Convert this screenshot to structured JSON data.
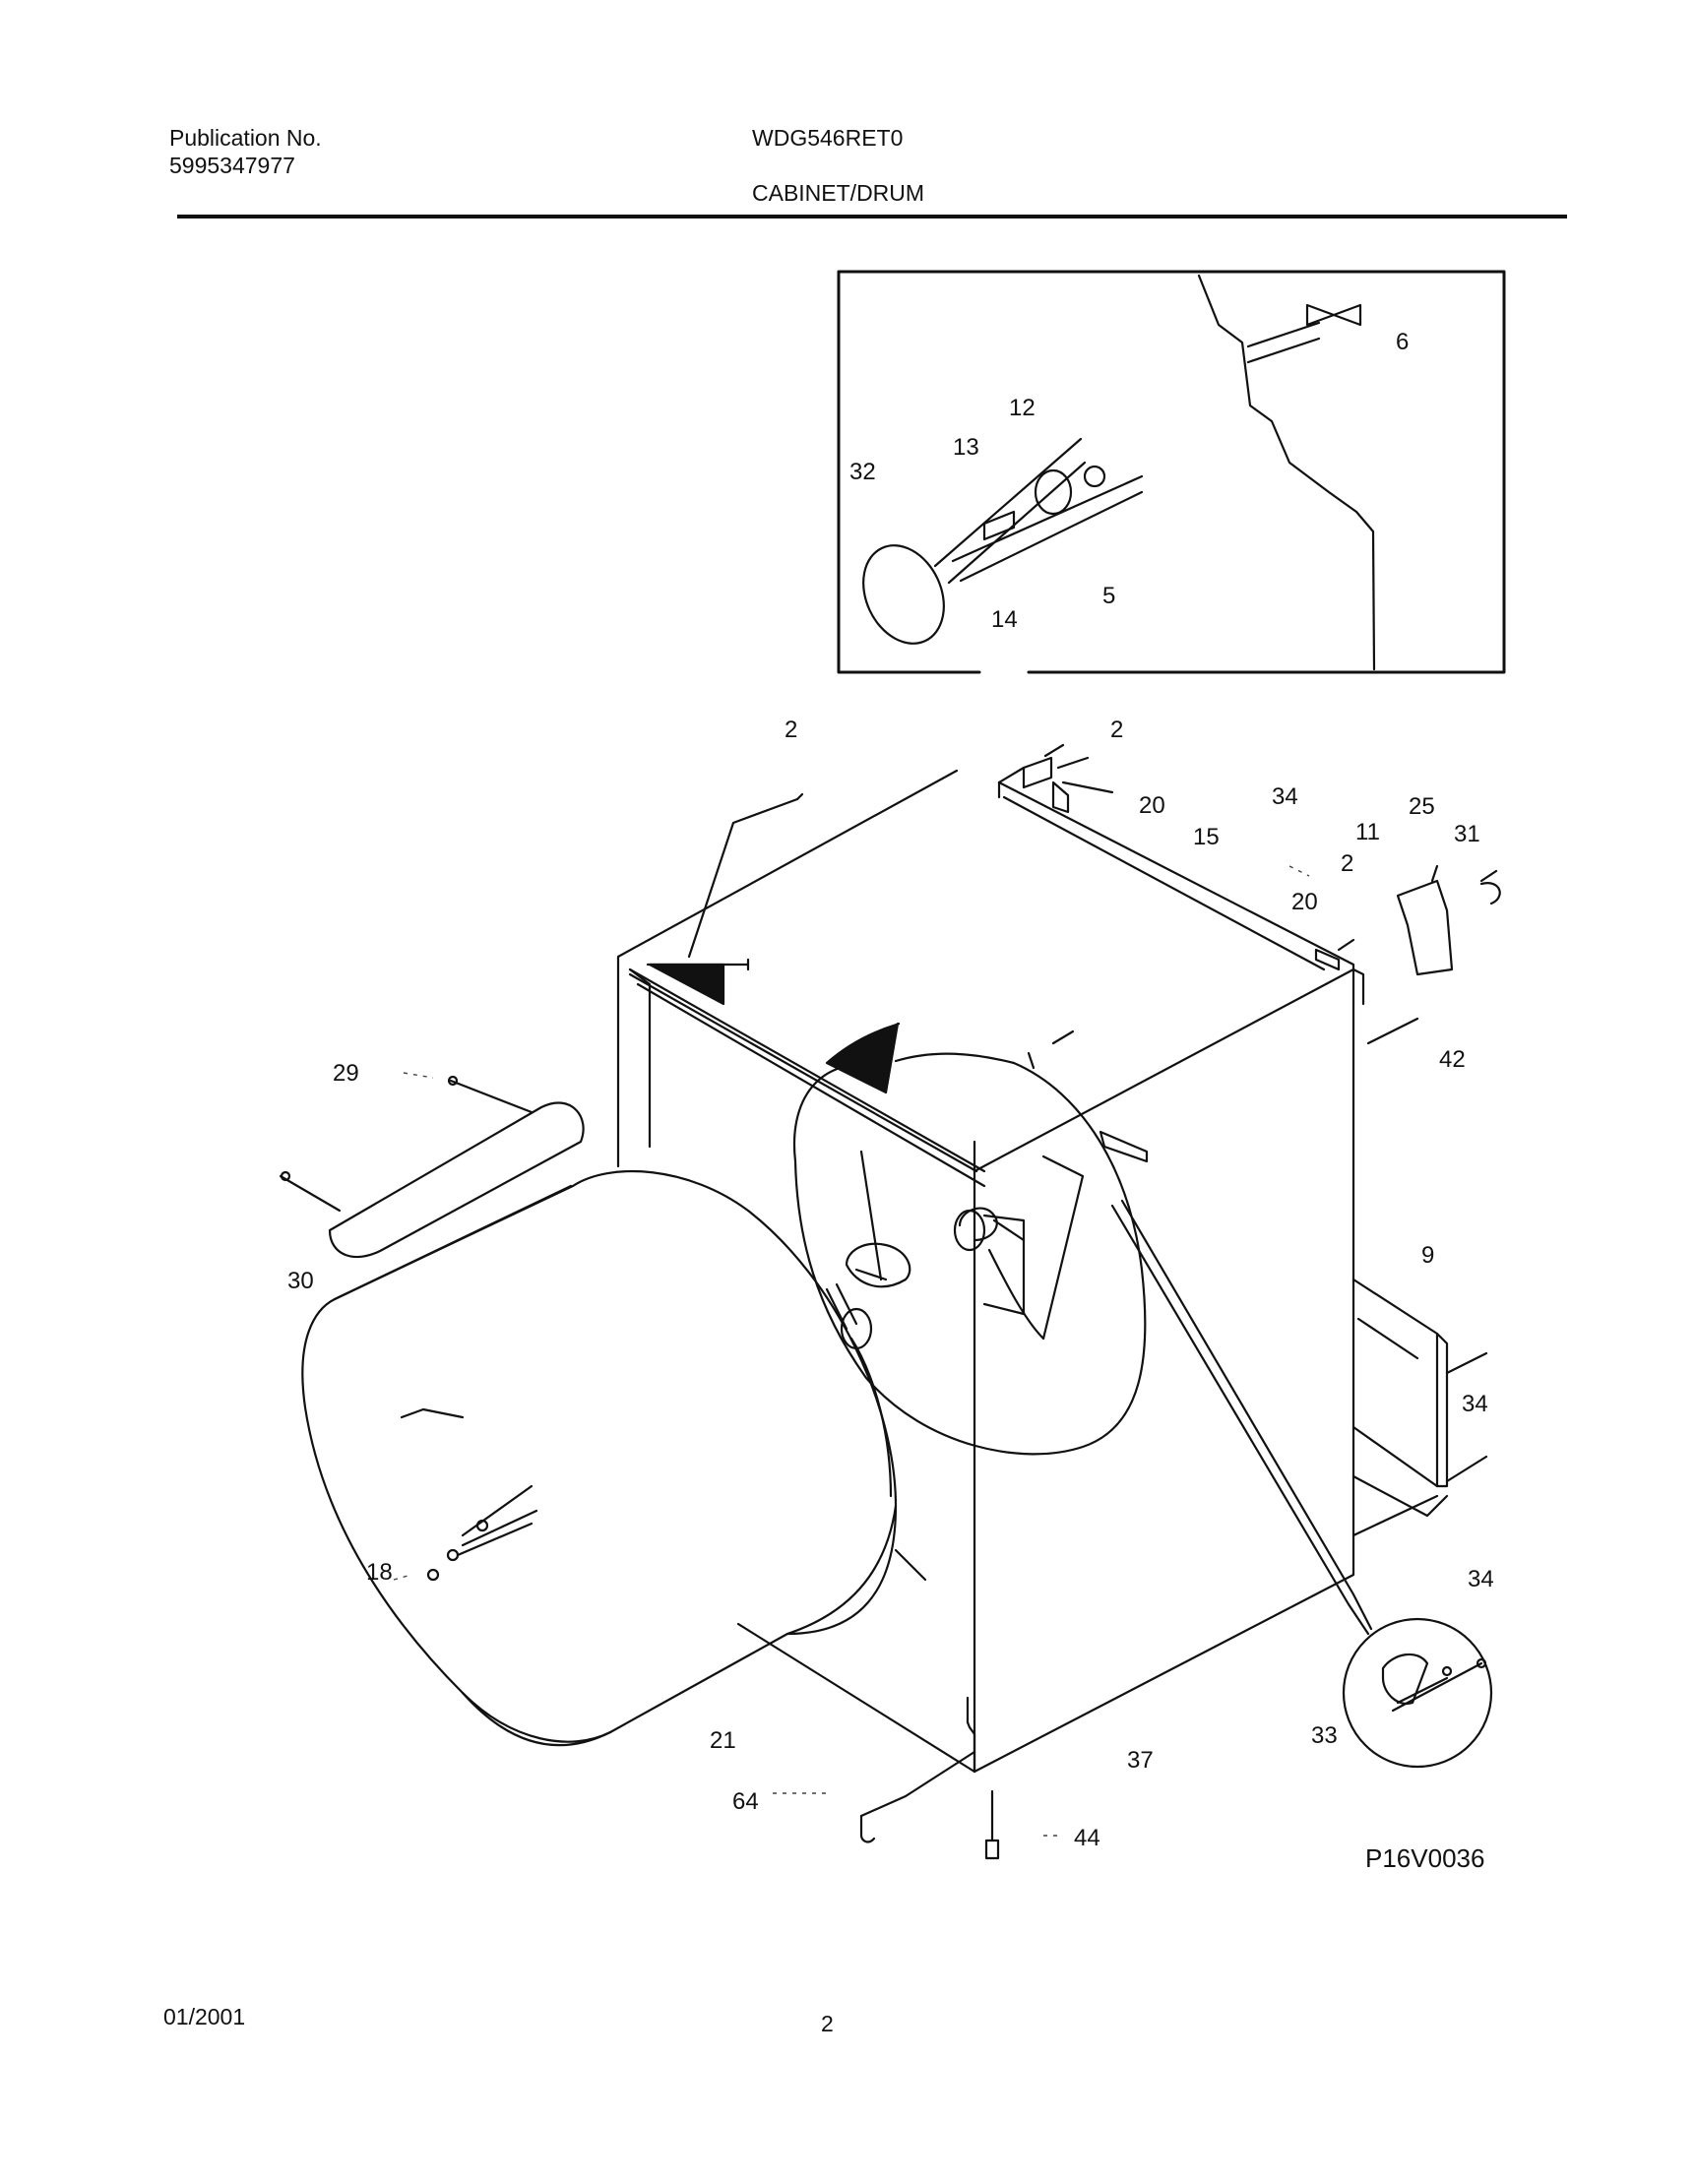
{
  "header": {
    "publication_label": "Publication No.",
    "publication_number": "5995347977",
    "model": "WDG546RET0",
    "section": "CABINET/DRUM"
  },
  "diagram": {
    "drawing_number": "P16V0036",
    "callouts": {
      "c6": "6",
      "c12": "12",
      "c13": "13",
      "c32": "32",
      "c5": "5",
      "c14": "14",
      "c2a": "2",
      "c2b": "2",
      "c20a": "20",
      "c15": "15",
      "c34a": "34",
      "c11": "11",
      "c25": "25",
      "c31": "31",
      "c2c": "2",
      "c20b": "20",
      "c42": "42",
      "c29": "29",
      "c30": "30",
      "c9": "9",
      "c34b": "34",
      "c34c": "34",
      "c18": "18",
      "c33": "33",
      "c21": "21",
      "c37": "37",
      "c64": "64",
      "c44": "44"
    }
  },
  "footer": {
    "date": "01/2001",
    "page": "2"
  }
}
